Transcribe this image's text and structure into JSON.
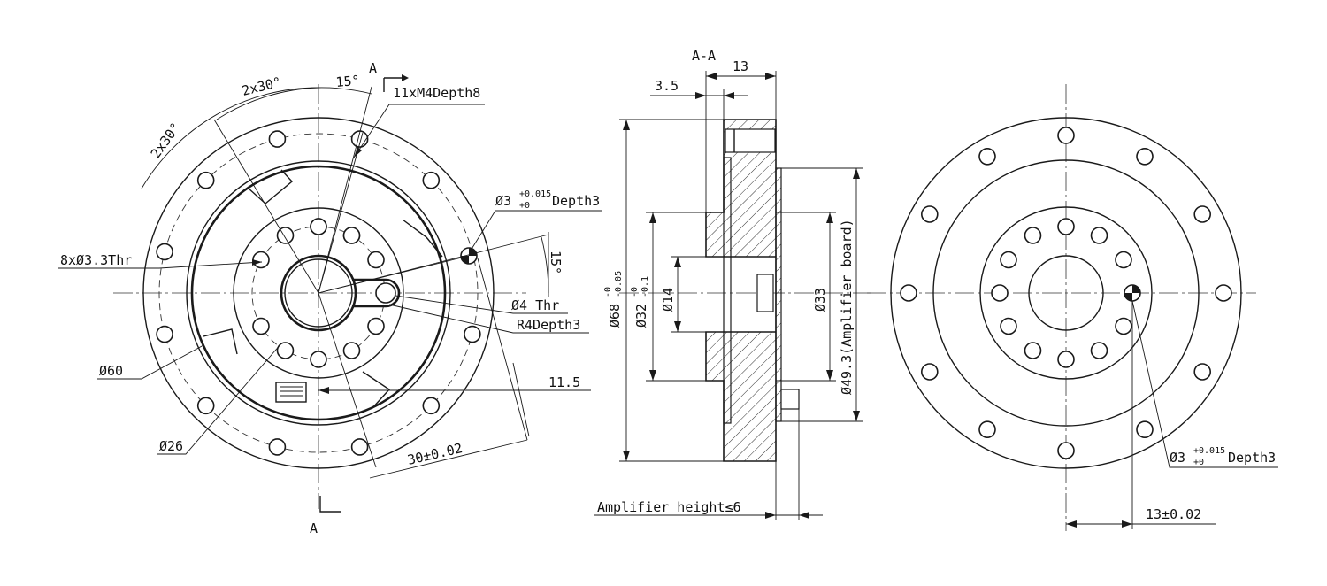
{
  "front_view": {
    "section_marker": "A",
    "angle_2x30_top": "2x30°",
    "angle_2x30_left": "2x30°",
    "angle_15_top": "15°",
    "angle_15_right": "15°",
    "thread_callout": "11xM4Depth8",
    "pin_hole": "Ø3",
    "pin_tol_upper": "+0.015",
    "pin_tol_lower": "+0",
    "pin_depth": "Depth3",
    "inner_threads": "8xØ3.3Thr",
    "thread_4": "Ø4 Thr",
    "r4_depth": "R4Depth3",
    "dia_60": "Ø60",
    "dia_26": "Ø26",
    "dim_11_5": "11.5",
    "dim_30": "30±0.02"
  },
  "section_view": {
    "title": "A-A",
    "dim_13": "13",
    "dim_3_5": "3.5",
    "dia_68": "Ø68",
    "dia_68_tol": "-0.05",
    "dia_68_zero": "-0",
    "dia_32": "Ø32",
    "dia_32_tol": "-0.1",
    "dia_32_zero": "-0",
    "dia_14": "Ø14",
    "dia_33": "Ø33",
    "dia_49": "Ø49.3(Amplifier board)",
    "amp_height": "Amplifier height≤6"
  },
  "back_view": {
    "pin_hole": "Ø3",
    "pin_tol_upper": "+0.015",
    "pin_tol_lower": "+0",
    "pin_depth": "Depth3",
    "dim_13": "13±0.02"
  },
  "colors": {
    "line": "#1a1a1a",
    "background": "#ffffff"
  }
}
